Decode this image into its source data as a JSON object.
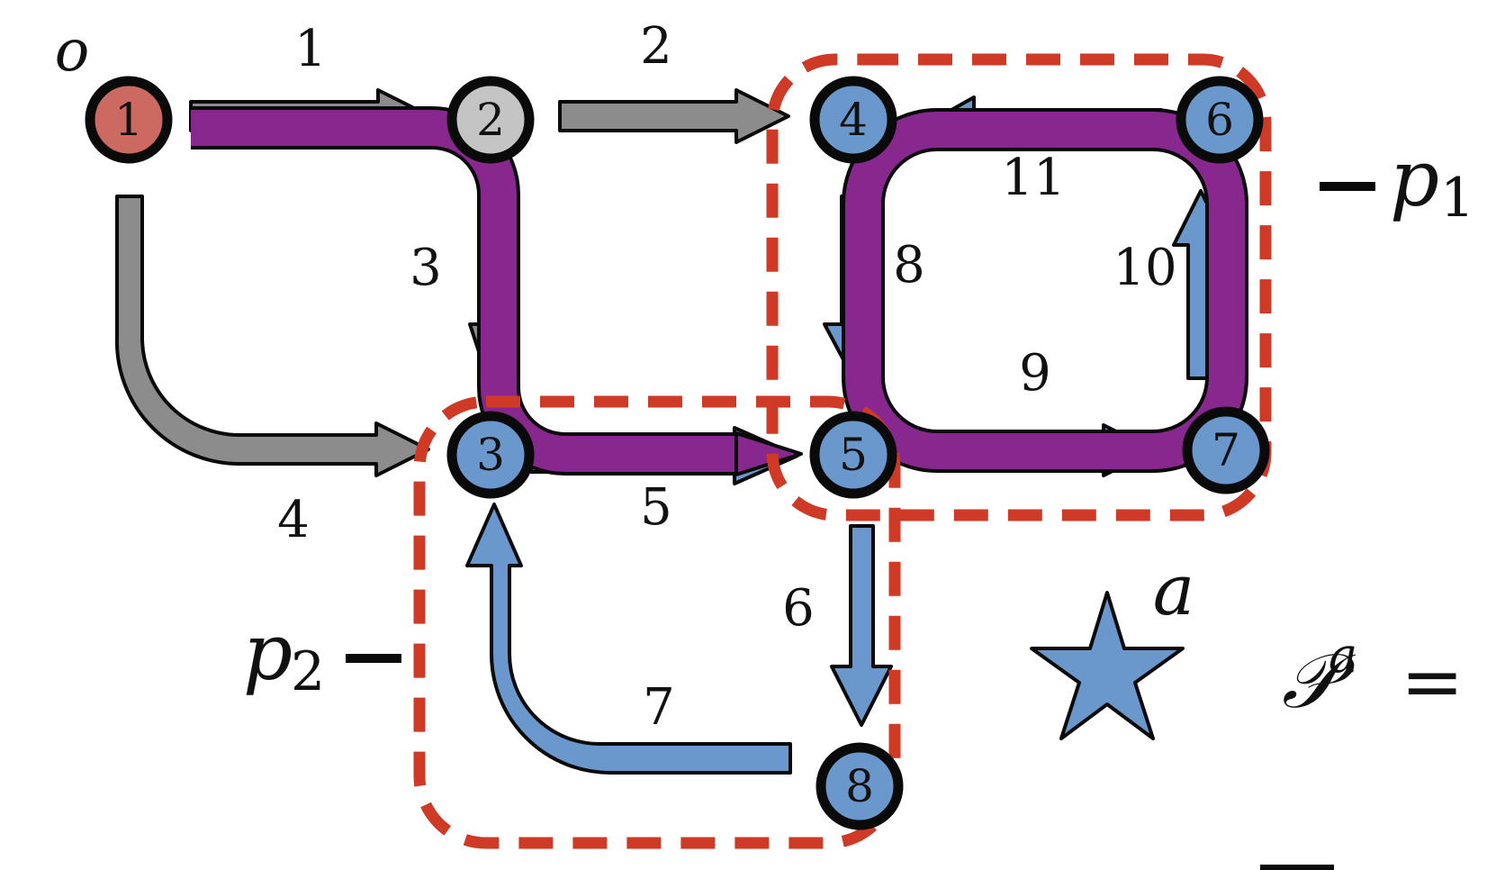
{
  "colors": {
    "gray_link": "#8c8c8c",
    "blue_link": "#6a98cc",
    "origin_node": "#cc6a62",
    "visited_node": "#c4c4c4",
    "blue_node": "#6a98cc",
    "route_path": "#88288e",
    "partition_box": "#cf3a26",
    "outline": "#0a0a0a"
  },
  "origin": {
    "symbol": "o"
  },
  "nodes": [
    {
      "label": "1",
      "color": "origin_node"
    },
    {
      "label": "2",
      "color": "visited_node"
    },
    {
      "label": "3",
      "color": "blue_node"
    },
    {
      "label": "4",
      "color": "blue_node"
    },
    {
      "label": "5",
      "color": "blue_node"
    },
    {
      "label": "6",
      "color": "blue_node"
    },
    {
      "label": "7",
      "color": "blue_node"
    },
    {
      "label": "8",
      "color": "blue_node"
    }
  ],
  "links": [
    {
      "label": "1",
      "from": "1",
      "to": "2",
      "color": "gray_link"
    },
    {
      "label": "2",
      "from": "2",
      "to": "4",
      "color": "gray_link"
    },
    {
      "label": "3",
      "from": "2",
      "to": "3",
      "color": "gray_link"
    },
    {
      "label": "4",
      "from": "1",
      "to": "3",
      "color": "gray_link"
    },
    {
      "label": "5",
      "from": "3",
      "to": "5",
      "color": "blue_link"
    },
    {
      "label": "6",
      "from": "5",
      "to": "8",
      "color": "blue_link"
    },
    {
      "label": "7",
      "from": "8",
      "to": "3",
      "color": "blue_link"
    },
    {
      "label": "8",
      "from": "4",
      "to": "5",
      "color": "blue_link"
    },
    {
      "label": "9",
      "from": "5",
      "to": "7",
      "color": "blue_link"
    },
    {
      "label": "10",
      "from": "7",
      "to": "6",
      "color": "blue_link"
    },
    {
      "label": "11",
      "from": "6",
      "to": "4",
      "color": "blue_link"
    }
  ],
  "partitions": [
    {
      "symbol": "p",
      "subscript": "1"
    },
    {
      "symbol": "p",
      "subscript": "2"
    }
  ],
  "attacker": {
    "icon": "star-icon",
    "symbol": "a"
  },
  "formula": {
    "lhs": "𝒫",
    "superscript": "a",
    "operator": "="
  }
}
